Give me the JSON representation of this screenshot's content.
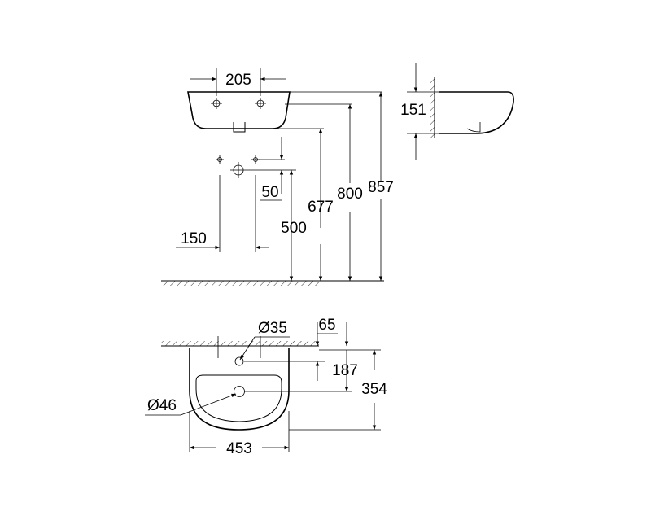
{
  "drawing": {
    "front_view": {
      "dim_tap_spacing": "205",
      "dim_waste_offset": "50",
      "dim_bolt_spacing": "150",
      "dim_waste_height": "500",
      "dim_bolt_height": "677",
      "dim_rim_height": "800",
      "dim_total_height": "857"
    },
    "side_view": {
      "dim_depth_height": "151"
    },
    "plan_view": {
      "dim_tap_hole": "Ø35",
      "dim_tap_offset": "65",
      "dim_tap_depth": "187",
      "dim_projection": "354",
      "dim_drain": "Ø46",
      "dim_width": "453"
    }
  }
}
